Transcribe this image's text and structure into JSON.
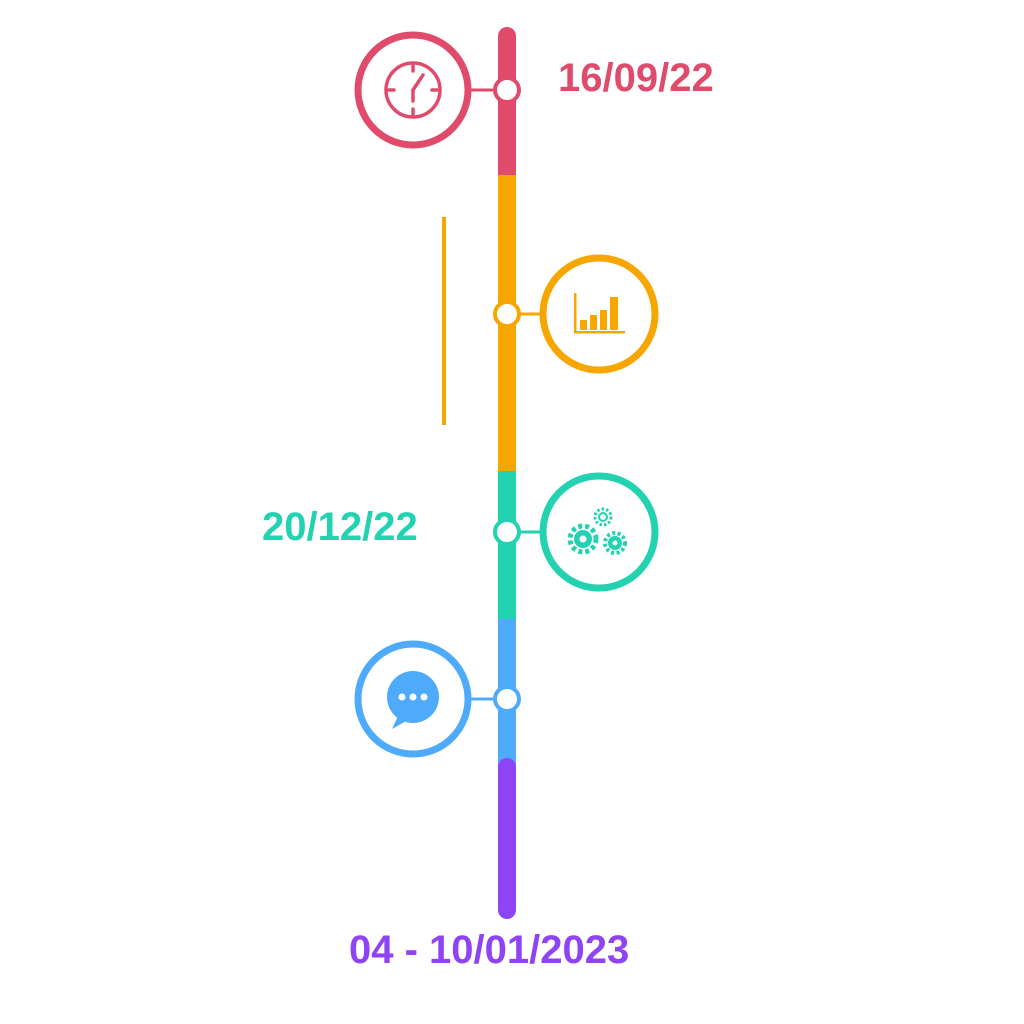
{
  "colors": {
    "red": "#E04B6B",
    "orange": "#F7A600",
    "teal": "#22D2B0",
    "blue": "#4EAAFB",
    "purple": "#8E44F5"
  },
  "milestones": [
    {
      "date": "16/09/22",
      "icon": "clock-icon",
      "color": "#E04B6B"
    },
    {
      "date": "",
      "icon": "bar-chart-icon",
      "color": "#F7A600"
    },
    {
      "date": "20/12/22",
      "icon": "gears-icon",
      "color": "#22D2B0"
    },
    {
      "date": "",
      "icon": "chat-bubble-icon",
      "color": "#4EAAFB"
    },
    {
      "date": "04 - 10/01/2023",
      "icon": "",
      "color": "#8E44F5"
    }
  ]
}
